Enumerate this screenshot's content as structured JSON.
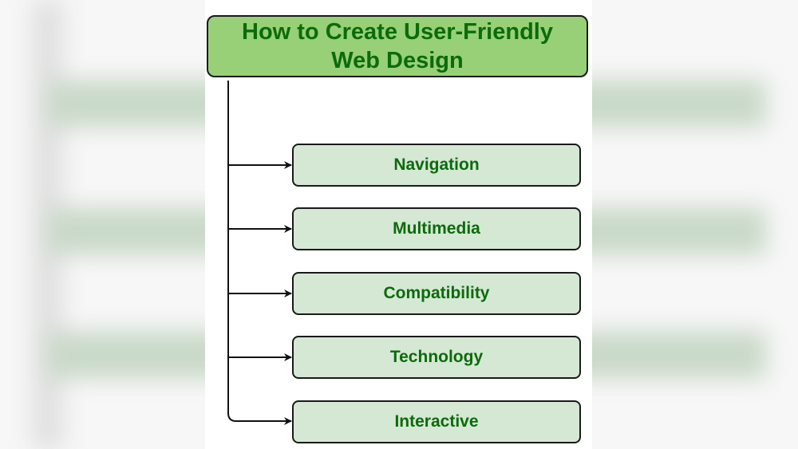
{
  "diagram": {
    "title": "How to Create User-Friendly Web Design",
    "nodes": [
      {
        "label": "Navigation"
      },
      {
        "label": "Multimedia"
      },
      {
        "label": "Compatibility"
      },
      {
        "label": "Technology"
      },
      {
        "label": "Interactive"
      }
    ]
  },
  "colors": {
    "title_fill": "#97d077",
    "node_fill": "#d5e8d4",
    "text": "#0b6b0b",
    "stroke": "#1a1a1a"
  }
}
